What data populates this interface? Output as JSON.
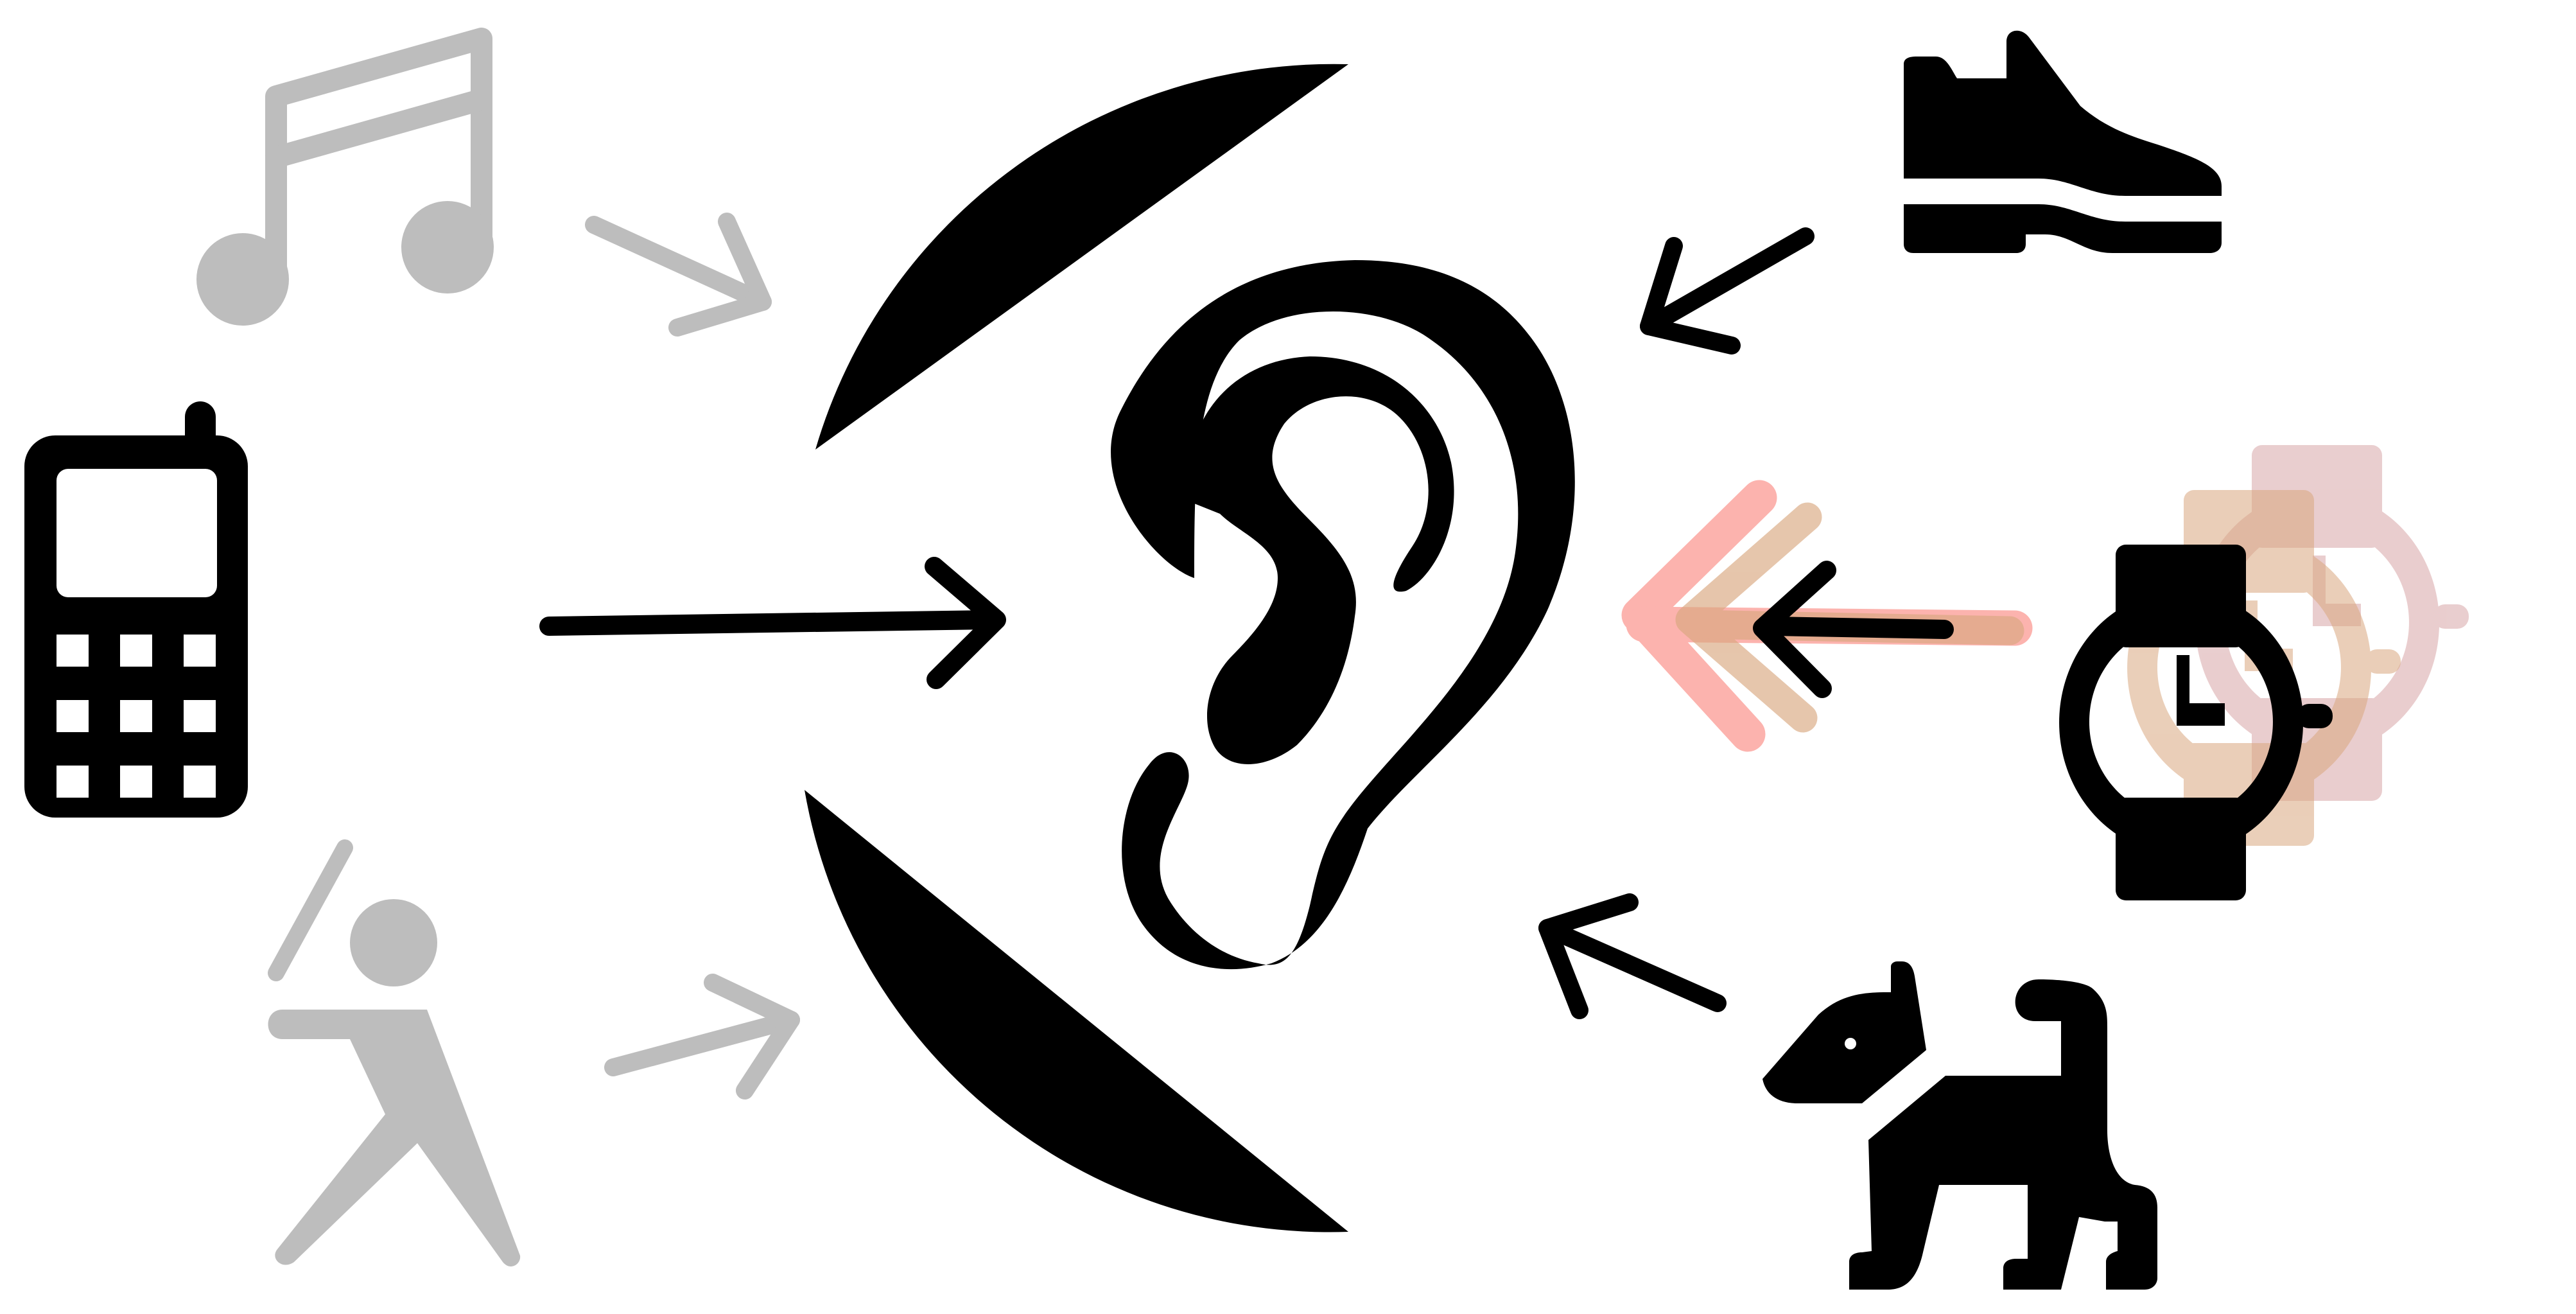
{
  "colors": {
    "foreground": "#000000",
    "faded": "#bdbdbd",
    "background": "#ffffff",
    "ghost_red": "#fb9a93",
    "ghost_tan": "#d9a77f",
    "ghost_rose": "#cf9294"
  },
  "diagram": {
    "center": {
      "icon": "ear-icon"
    },
    "boundary": {
      "icon": "semicircle-boundary",
      "line_style": "dotted-vertical"
    },
    "left_sources": [
      {
        "icon": "music-note-icon",
        "state": "faded",
        "arrow": "arrow-toward-ear"
      },
      {
        "icon": "mobile-phone-icon",
        "state": "active",
        "arrow": "arrow-toward-ear"
      },
      {
        "icon": "person-walking-icon",
        "state": "faded",
        "arrow": "arrow-toward-ear"
      }
    ],
    "right_sources": [
      {
        "icon": "shoe-icon",
        "state": "active",
        "arrow": "arrow-toward-ear"
      },
      {
        "icon": "wristwatch-icon",
        "state": "active",
        "arrow": "arrow-toward-ear",
        "echoes": 2
      },
      {
        "icon": "dog-icon",
        "state": "active",
        "arrow": "arrow-toward-ear"
      }
    ]
  }
}
